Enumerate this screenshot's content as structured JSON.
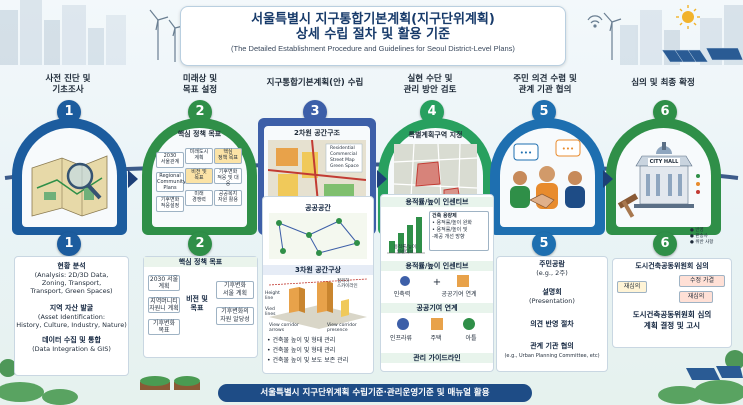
{
  "header": {
    "title_line1": "서울특별시 지구통합기본계획(지구단위계획)",
    "title_line2": "상세 수립 절차 및 활용 기준",
    "title_en": "(The Detailed Establishment Procedure and Guidelines for Seoul District-Level Plans)"
  },
  "steps": [
    {
      "num": "1",
      "title": "사전 진단 및\n기초조사"
    },
    {
      "num": "2",
      "title": "미래상 및\n목표 설정"
    },
    {
      "num": "3",
      "title": "지구통합기본계획(안) 수립"
    },
    {
      "num": "4",
      "title": "실현 수단 및\n관리 방안 검토"
    },
    {
      "num": "5",
      "title": "주민 의견 수렴 및\n관계 기관 협의"
    },
    {
      "num": "6",
      "title": "심의 및 최종 확정"
    }
  ],
  "panel2": {
    "header": "핵심 정책 목표",
    "chips": [
      "2030\n서울관계",
      "미래도시\n계획",
      "핵심\n정책 목표",
      "Regional\nCommunity\nPlans",
      "비전 및\n목표",
      "기후변화\n적응 및 대응",
      "기후변화\n적응설정",
      "미래\n경쟁력",
      "공공복지\n자원 활용"
    ],
    "num": "2"
  },
  "panel3": {
    "header": "2차원 공간구조",
    "legend": [
      "Residential",
      "Commercial",
      "Street Map",
      "Green Space"
    ]
  },
  "panel4": {
    "header": "특별계획구역 지정"
  },
  "panel6": {
    "sign": "CITY HALL"
  },
  "lower1": {
    "num": "1",
    "items": [
      {
        "title": "현황 분석",
        "sub": "(Analysis: 2D/3D Data,\nZoning, Transport,\nTransport, Green Spaces)"
      },
      {
        "title": "지역 자산 발굴",
        "sub": "(Asset Identification:\nHistory, Culture, Industry, Nature)"
      },
      {
        "title": "데이터 수집 및 통합",
        "sub": "(Data Integration & GIS)"
      }
    ]
  },
  "lower2": {
    "num": "2",
    "header": "핵심 정책 목표",
    "left": [
      "2030 서울\n계획",
      "지역머니티\n자원니 계획",
      "기후변화\n목표"
    ],
    "center": "비전 및\n목표",
    "right": [
      "기후변화\n서울 계획",
      "기후변화의\n자원 알당성"
    ]
  },
  "lower3": {
    "public_space": "공공공간",
    "header": "3차원 공간구상",
    "labels": [
      "Height\nline",
      "Vied\nlines",
      "View corridor\narrows",
      "View corridor\npresence",
      "접목하\n스카이라인"
    ],
    "bullets": [
      "• 건축물 높이 및 형태 관리",
      "• 건축물 높이 및 형태 관리",
      "• 건축물 높이 및 보도 보존 관리"
    ]
  },
  "lower4": {
    "header1": "용적률/높이 인센티브",
    "box": [
      "건축 용량제",
      "• 용적률/높이 완화",
      "• 용적률/높이 및\n  -제공 개선 방향"
    ],
    "chart_label": "용적률/높이\n인센티브",
    "header2": "용적률/높이 인센티브",
    "row1": [
      "인축력",
      "공공기여 연계"
    ],
    "header3": "공공기여 연계",
    "row2": [
      "인프라류",
      "주택",
      "아틀"
    ],
    "footer": "관리 가이드라인"
  },
  "lower5": {
    "num": "5",
    "hearing": "주민공람",
    "hearing_sub": "(e.g., 2주)",
    "presentation": "설명회",
    "presentation_sub": "(Presentation)",
    "reflect": "의견 반영 절차",
    "consult": "관계 기관 협의",
    "consult_sub": "(e.g., Urban Planning Committee, etc)"
  },
  "lower6": {
    "num": "6",
    "header": "도시건축공동위원회 심의",
    "legend": [
      "● 반영",
      "● 판송사",
      "● 위반 사항"
    ],
    "resubmit": "재심의",
    "revise": "수정 가결",
    "resubmit2": "재심의",
    "final": "도시건축공동위원회 심의\n계획 결정 및 고시"
  },
  "footer": "서울특별시 지구단위계획 수립기준·관리운영기준 및 매뉴얼 활용",
  "colors": {
    "step1": "#1c5c9e",
    "step2": "#2f8f48",
    "step3": "#3d5fa8",
    "step4": "#28a05f",
    "step5": "#1e6fb0",
    "step6": "#2f8f48",
    "navy": "#1e4c86"
  },
  "icons": [
    "sun-icon",
    "wind-turbine-icon",
    "solar-panel-icon",
    "wifi-icon",
    "magnifier-icon",
    "handshake-icon",
    "city-hall-icon",
    "gavel-icon"
  ]
}
